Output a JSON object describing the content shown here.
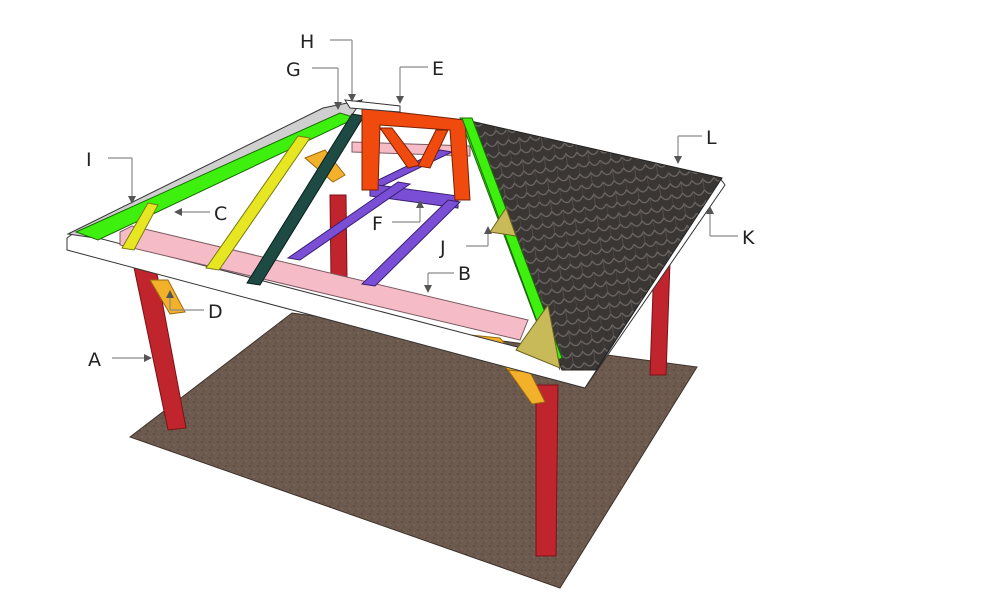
{
  "diagram": {
    "colors": {
      "ground": "#6e5a4e",
      "post": "#c0242c",
      "top_beam": "#f5bcc8",
      "brace": "#f3b02a",
      "fascia": "#ffffff",
      "hip_rafter": "#3ef00e",
      "common_rafter": "#e6e622",
      "jack_rafter": "#1e4a44",
      "ridge_assembly": "#f04a0e",
      "purple_rafter": "#7a4fd6",
      "gusset": "#c8ba58",
      "shingles": "#3b3735",
      "roof_edge": "#cfcfcf"
    },
    "callouts": [
      {
        "id": "A",
        "label": "A",
        "points_to": "post"
      },
      {
        "id": "B",
        "label": "B",
        "points_to": "top-beam"
      },
      {
        "id": "C",
        "label": "C",
        "points_to": "rafter"
      },
      {
        "id": "D",
        "label": "D",
        "points_to": "brace"
      },
      {
        "id": "E",
        "label": "E",
        "points_to": "ridge-frame"
      },
      {
        "id": "F",
        "label": "F",
        "points_to": "purple-rafter"
      },
      {
        "id": "G",
        "label": "G",
        "points_to": "jack-rafter"
      },
      {
        "id": "H",
        "label": "H",
        "points_to": "fascia-top"
      },
      {
        "id": "I",
        "label": "I",
        "points_to": "common-rafter"
      },
      {
        "id": "J",
        "label": "J",
        "points_to": "gusset"
      },
      {
        "id": "K",
        "label": "K",
        "points_to": "roof-edge"
      },
      {
        "id": "L",
        "label": "L",
        "points_to": "shingles"
      }
    ]
  }
}
